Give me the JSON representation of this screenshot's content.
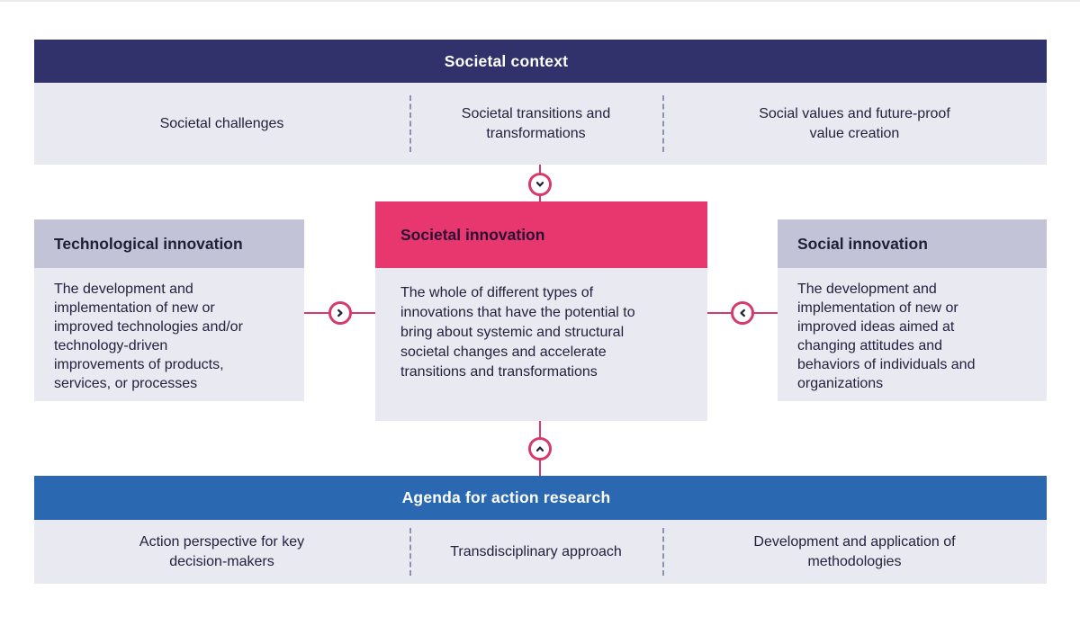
{
  "colors": {
    "navy_band": "#31326b",
    "blue_band": "#2a69b2",
    "pink_accent": "#e8376e",
    "connector_pink": "#d63a6c",
    "panel_light": "#e9e9f1",
    "box_header_gray": "#c2c3d6",
    "dark_text": "#22223e",
    "dash_separator": "#8d92ad"
  },
  "top_band": {
    "title": "Societal context",
    "items": [
      {
        "label": "Societal challenges"
      },
      {
        "label": "Societal transitions and\ntransformations"
      },
      {
        "label": "Social values and future-proof\nvalue creation"
      }
    ]
  },
  "boxes": {
    "left": {
      "title": "Technological innovation",
      "body": "The development and\nimplementation of new or\nimproved technologies and/or\ntechnology-driven\nimprovements of products,\nservices, or processes"
    },
    "center": {
      "title": "Societal innovation",
      "body": "The whole of different types of\ninnovations that have the potential to\nbring about systemic and structural\nsocietal changes and accelerate\ntransitions and transformations"
    },
    "right": {
      "title": "Social innovation",
      "body": "The development and\nimplementation of new or\nimproved ideas aimed at\nchanging attitudes and\nbehaviors of individuals and\norganizations"
    }
  },
  "bottom_band": {
    "title": "Agenda for action research",
    "items": [
      {
        "label": "Action perspective for key\ndecision-makers"
      },
      {
        "label": "Transdisciplinary approach"
      },
      {
        "label": "Development and application of\nmethodologies"
      }
    ]
  },
  "connectors": {
    "from_context_to_center": "arrow-down",
    "from_agenda_to_center": "arrow-up",
    "from_technological_to_center": "arrow-right",
    "from_social_to_center": "arrow-left"
  }
}
